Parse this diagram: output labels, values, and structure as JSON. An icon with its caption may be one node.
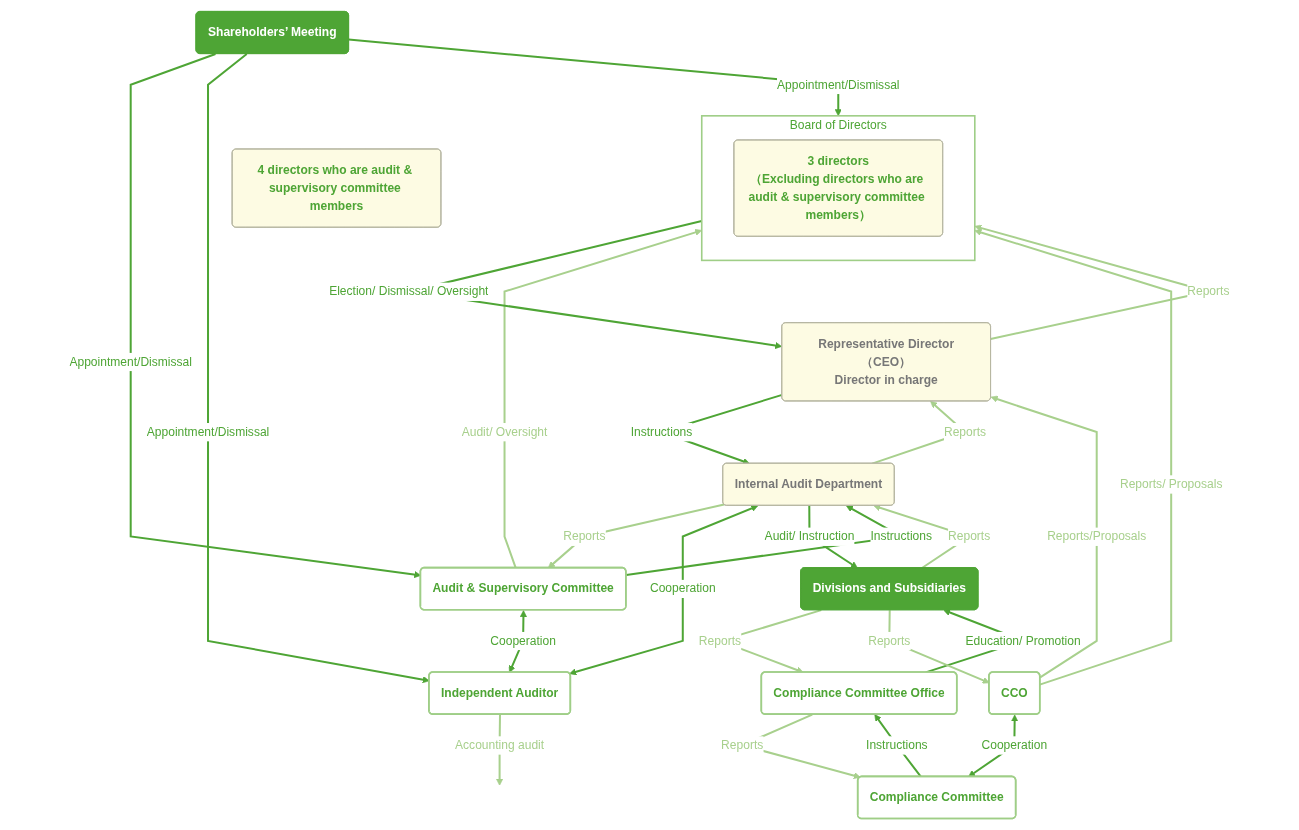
{
  "diagram": {
    "nodes": [
      {
        "text": [
          "Shareholders’ Meeting"
        ]
      },
      {
        "text": [
          "CCO"
        ]
      },
      {
        "text": [
          "Board of Directors"
        ]
      },
      {
        "text": [
          "3 directors",
          "（Excluding directors who are audit & supervisory committee members）"
        ],
        "in": 2
      },
      {
        "text": [
          "Audit & Supervisory Committee"
        ]
      },
      {
        "text": [
          "4 directors who are audit & supervisory committee members"
        ]
      },
      {
        "text": [
          "Compliance Committee"
        ]
      },
      {
        "text": [
          "Compliance Committee Office"
        ]
      },
      {
        "text": [
          "Representative Director（CEO）",
          "Director in charge"
        ]
      },
      {
        "text": [
          "Internal Audit Department"
        ]
      },
      {
        "text": [
          "Independent Auditor"
        ]
      },
      {
        "text": [
          "Divisions and Subsidiaries"
        ]
      }
    ],
    "edges": [
      {
        "from": 0,
        "to": 2,
        "arrow": "to",
        "label": "Appointment/Dismissal"
      },
      {
        "from": 0,
        "to": 4,
        "arrow": "to",
        "label": "Appointment/Dismissal"
      },
      {
        "from": 0,
        "to": 10,
        "arrow": "to",
        "label": "Appointment/Dismissal"
      },
      {
        "from": 4,
        "to": 2,
        "arrow": "to",
        "label": "Audit/ Oversight",
        "color": "#a8d08d"
      },
      {
        "from": 1,
        "to": 2,
        "arrow": "to",
        "label": "Reports/ Proposals",
        "color": "#a8d08d"
      },
      {
        "from": 1,
        "to": 8,
        "arrow": "to",
        "label": "Reports/Proposals",
        "color": "#a8d08d"
      },
      {
        "from": 1,
        "to": 6,
        "arrow": "both",
        "label": "Cooperation"
      },
      {
        "from": 6,
        "to": 7,
        "arrow": "to",
        "label": "Instructions"
      },
      {
        "from": 7,
        "to": 6,
        "arrow": "to",
        "label": "Reports",
        "color": "#a8d08d"
      },
      {
        "from": 7,
        "to": 11,
        "arrow": "to",
        "label": "Education/ Promotion"
      },
      {
        "from": 11,
        "to": 7,
        "arrow": "to",
        "label": "Reports",
        "color": "#a8d08d"
      },
      {
        "from": 11,
        "to": 1,
        "arrow": "to",
        "label": "Reports",
        "color": "#a8d08d"
      },
      {
        "from": 2,
        "to": 8,
        "arrow": "to",
        "label": "Election/ Dismissal/ Oversight"
      },
      {
        "from": 8,
        "to": 2,
        "arrow": "to",
        "label": "Reports",
        "color": "#a8d08d"
      },
      {
        "from": 8,
        "to": 9,
        "arrow": "to",
        "label": "Instructions"
      },
      {
        "from": 9,
        "to": 8,
        "arrow": "to",
        "label": "Reports",
        "color": "#a8d08d"
      },
      {
        "from": 4,
        "to": 9,
        "arrow": "to",
        "label": "Instructions"
      },
      {
        "from": 9,
        "to": 4,
        "arrow": "to",
        "label": "Reports",
        "color": "#a8d08d"
      },
      {
        "from": 4,
        "to": 10,
        "arrow": "both",
        "label": "Cooperation"
      },
      {
        "from": 9,
        "to": 10,
        "arrow": "both",
        "label": "Cooperation"
      },
      {
        "from": 9,
        "to": 11,
        "arrow": "to",
        "label": "Audit/ Instruction"
      },
      {
        "from": 11,
        "to": 9,
        "arrow": "to",
        "label": "Reports",
        "color": "#a8d08d"
      },
      {
        "from": 10,
        "to": null,
        "arrow": "to",
        "label": "Accounting audit",
        "color": "#a8d08d"
      }
    ]
  }
}
